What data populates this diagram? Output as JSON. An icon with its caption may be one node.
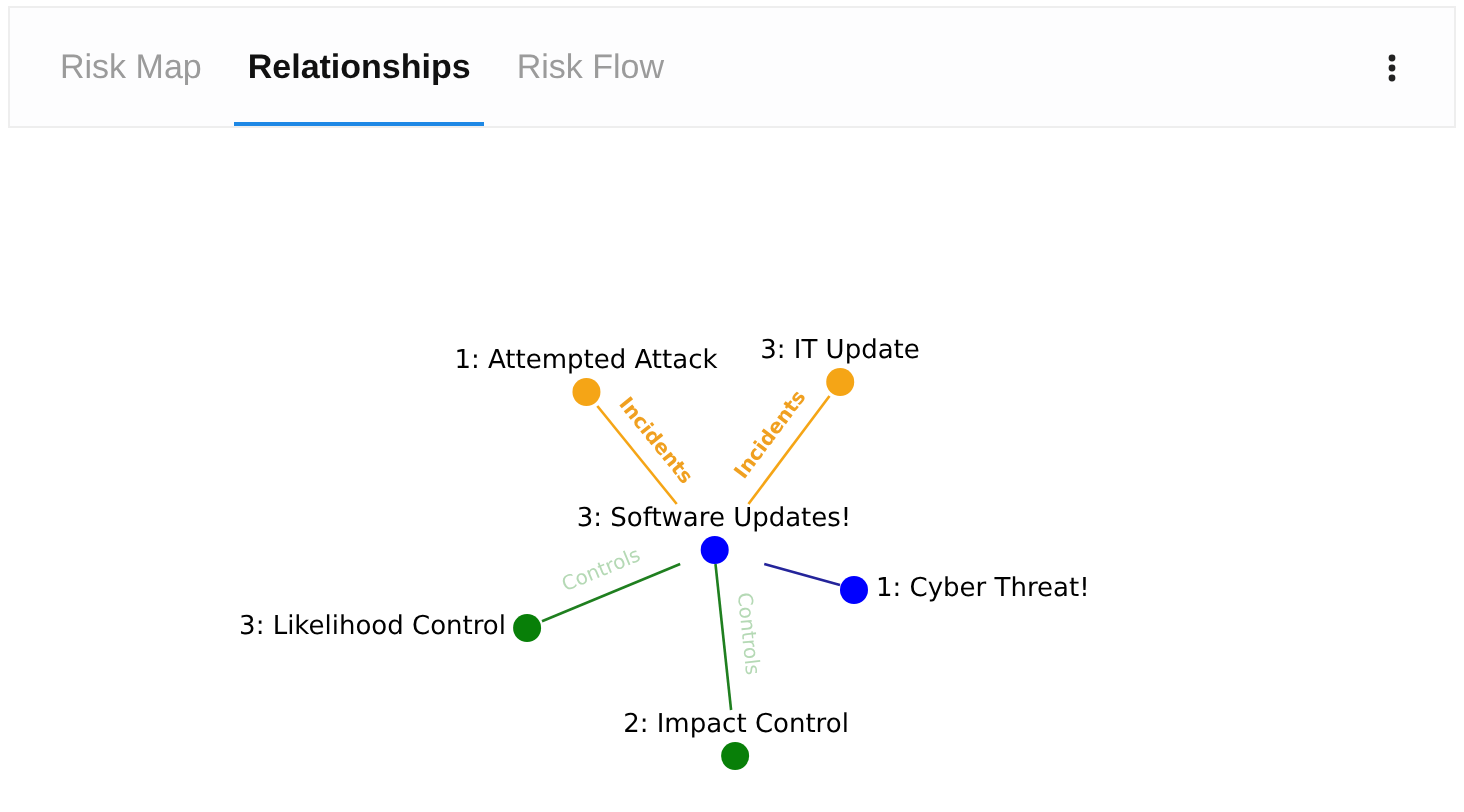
{
  "diagram": {
    "nodes": [
      {
        "text": [
          "1: Attempted Attack"
        ]
      },
      {
        "text": [
          "3: IT Update"
        ]
      },
      {
        "text": [
          "3: Software Updates!"
        ]
      },
      {
        "text": [
          "1: Cyber Threat!"
        ]
      },
      {
        "text": [
          "3: Likelihood Control"
        ]
      },
      {
        "text": [
          "2: Impact Control"
        ]
      }
    ],
    "edges": [
      {
        "from": 0,
        "to": 2,
        "arrow": "none",
        "label": "Incidents",
        "color": "#f5a516"
      },
      {
        "from": 1,
        "to": 2,
        "arrow": "none",
        "label": "Incidents",
        "color": "#f5a516"
      },
      {
        "from": 2,
        "to": 3,
        "arrow": "none",
        "color": "#24249a"
      },
      {
        "from": 2,
        "to": 4,
        "arrow": "none",
        "label": "Controls",
        "color": "#1f7f1f"
      },
      {
        "from": 2,
        "to": 5,
        "arrow": "none",
        "label": "Controls",
        "color": "#1f7f1f"
      }
    ],
    "labels": [
      "Risk Map",
      "Relationships",
      "Risk Flow"
    ]
  }
}
